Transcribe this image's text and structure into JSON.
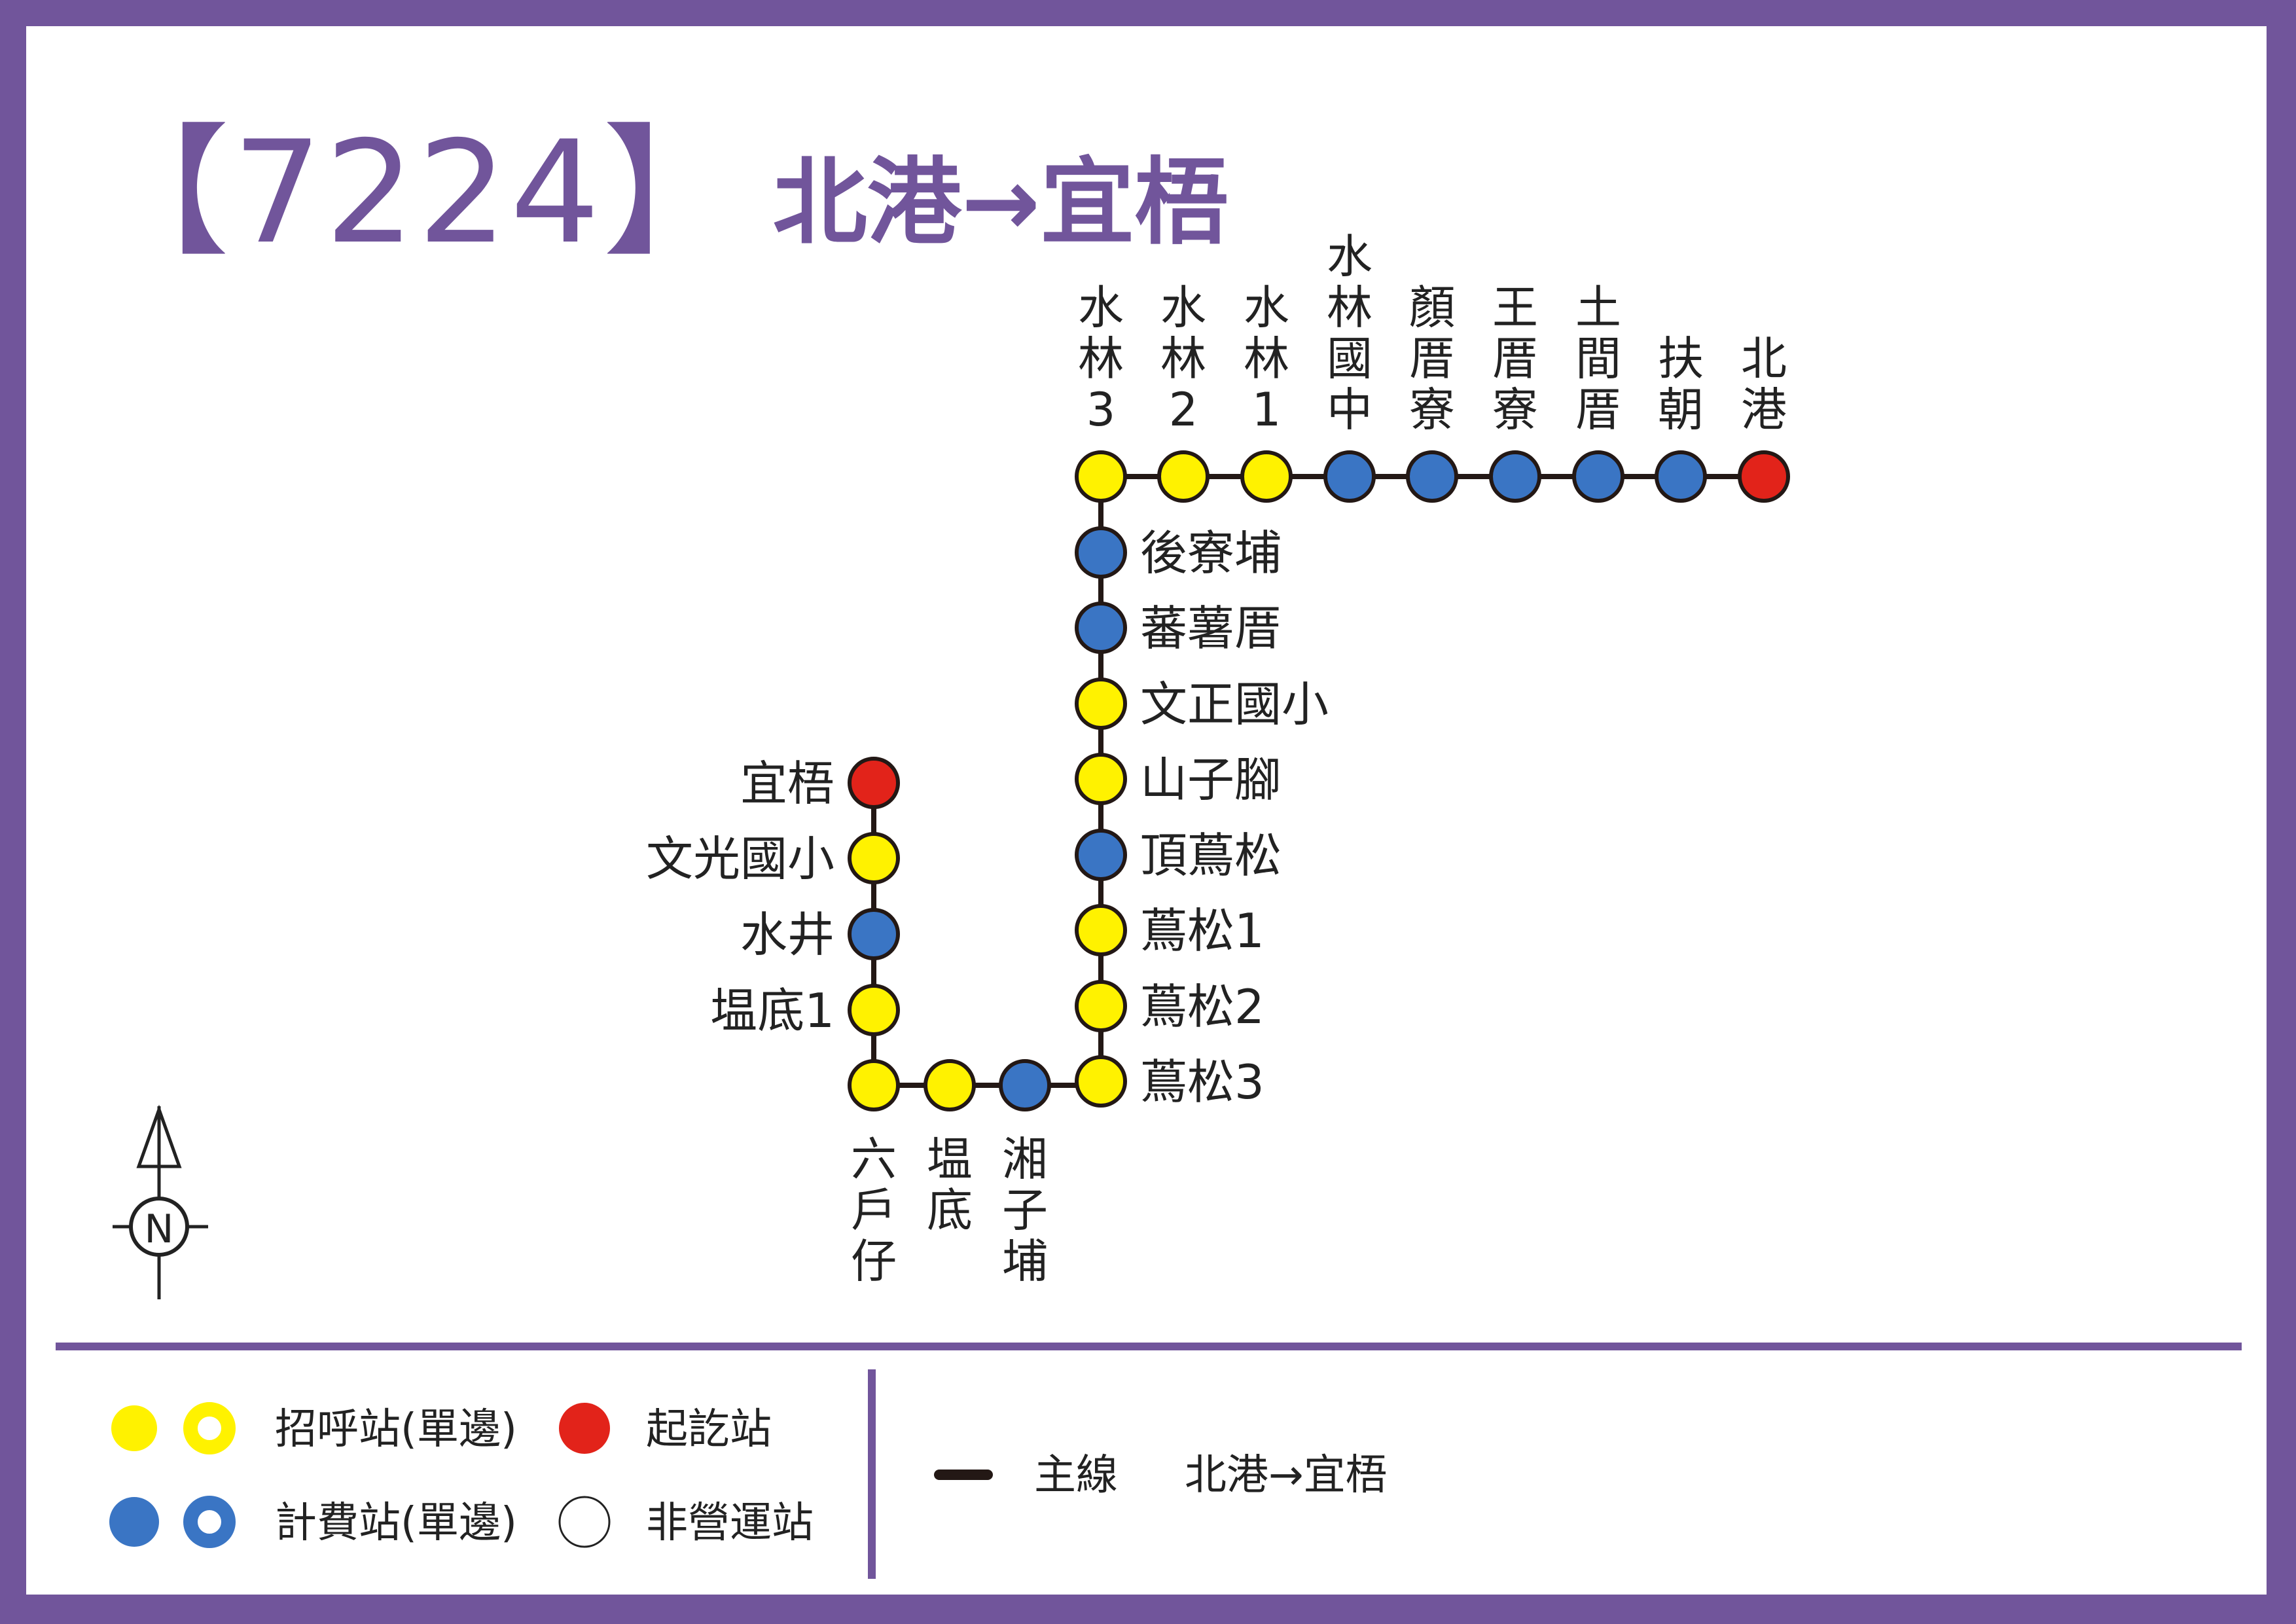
{
  "title": {
    "route_number": "【7224】",
    "route_name": "北港→宜梧"
  },
  "colors": {
    "frame": "#71559b",
    "call_stop": "#fff200",
    "fare_stop": "#3a75c4",
    "terminal": "#e2231a",
    "line": "#231815"
  },
  "stops": [
    {
      "name": "北港",
      "type": "terminal"
    },
    {
      "name": "扶朝",
      "type": "fare"
    },
    {
      "name": "土間厝",
      "type": "fare"
    },
    {
      "name": "王厝寮",
      "type": "fare"
    },
    {
      "name": "顏厝寮",
      "type": "fare"
    },
    {
      "name": "水林國中",
      "type": "fare"
    },
    {
      "name": "水林1",
      "type": "call"
    },
    {
      "name": "水林2",
      "type": "call"
    },
    {
      "name": "水林3",
      "type": "call"
    },
    {
      "name": "後寮埔",
      "type": "fare"
    },
    {
      "name": "蕃薯厝",
      "type": "fare"
    },
    {
      "name": "文正國小",
      "type": "call"
    },
    {
      "name": "山子腳",
      "type": "call"
    },
    {
      "name": "頂蔦松",
      "type": "fare"
    },
    {
      "name": "蔦松1",
      "type": "call"
    },
    {
      "name": "蔦松2",
      "type": "call"
    },
    {
      "name": "蔦松3",
      "type": "call"
    },
    {
      "name": "湘子埔",
      "type": "fare"
    },
    {
      "name": "塭底",
      "type": "call"
    },
    {
      "name": "六戶仔",
      "type": "call"
    },
    {
      "name": "塭底1",
      "type": "call"
    },
    {
      "name": "水井",
      "type": "fare"
    },
    {
      "name": "文光國小",
      "type": "call"
    },
    {
      "name": "宜梧",
      "type": "terminal"
    }
  ],
  "compass": {
    "label": "N"
  },
  "legend": {
    "call_stop": "招呼站(單邊)",
    "fare_stop": "計費站(單邊)",
    "terminal": "起訖站",
    "non_operating": "非營運站",
    "main_line": "主線",
    "main_line_route": "北港→宜梧"
  }
}
